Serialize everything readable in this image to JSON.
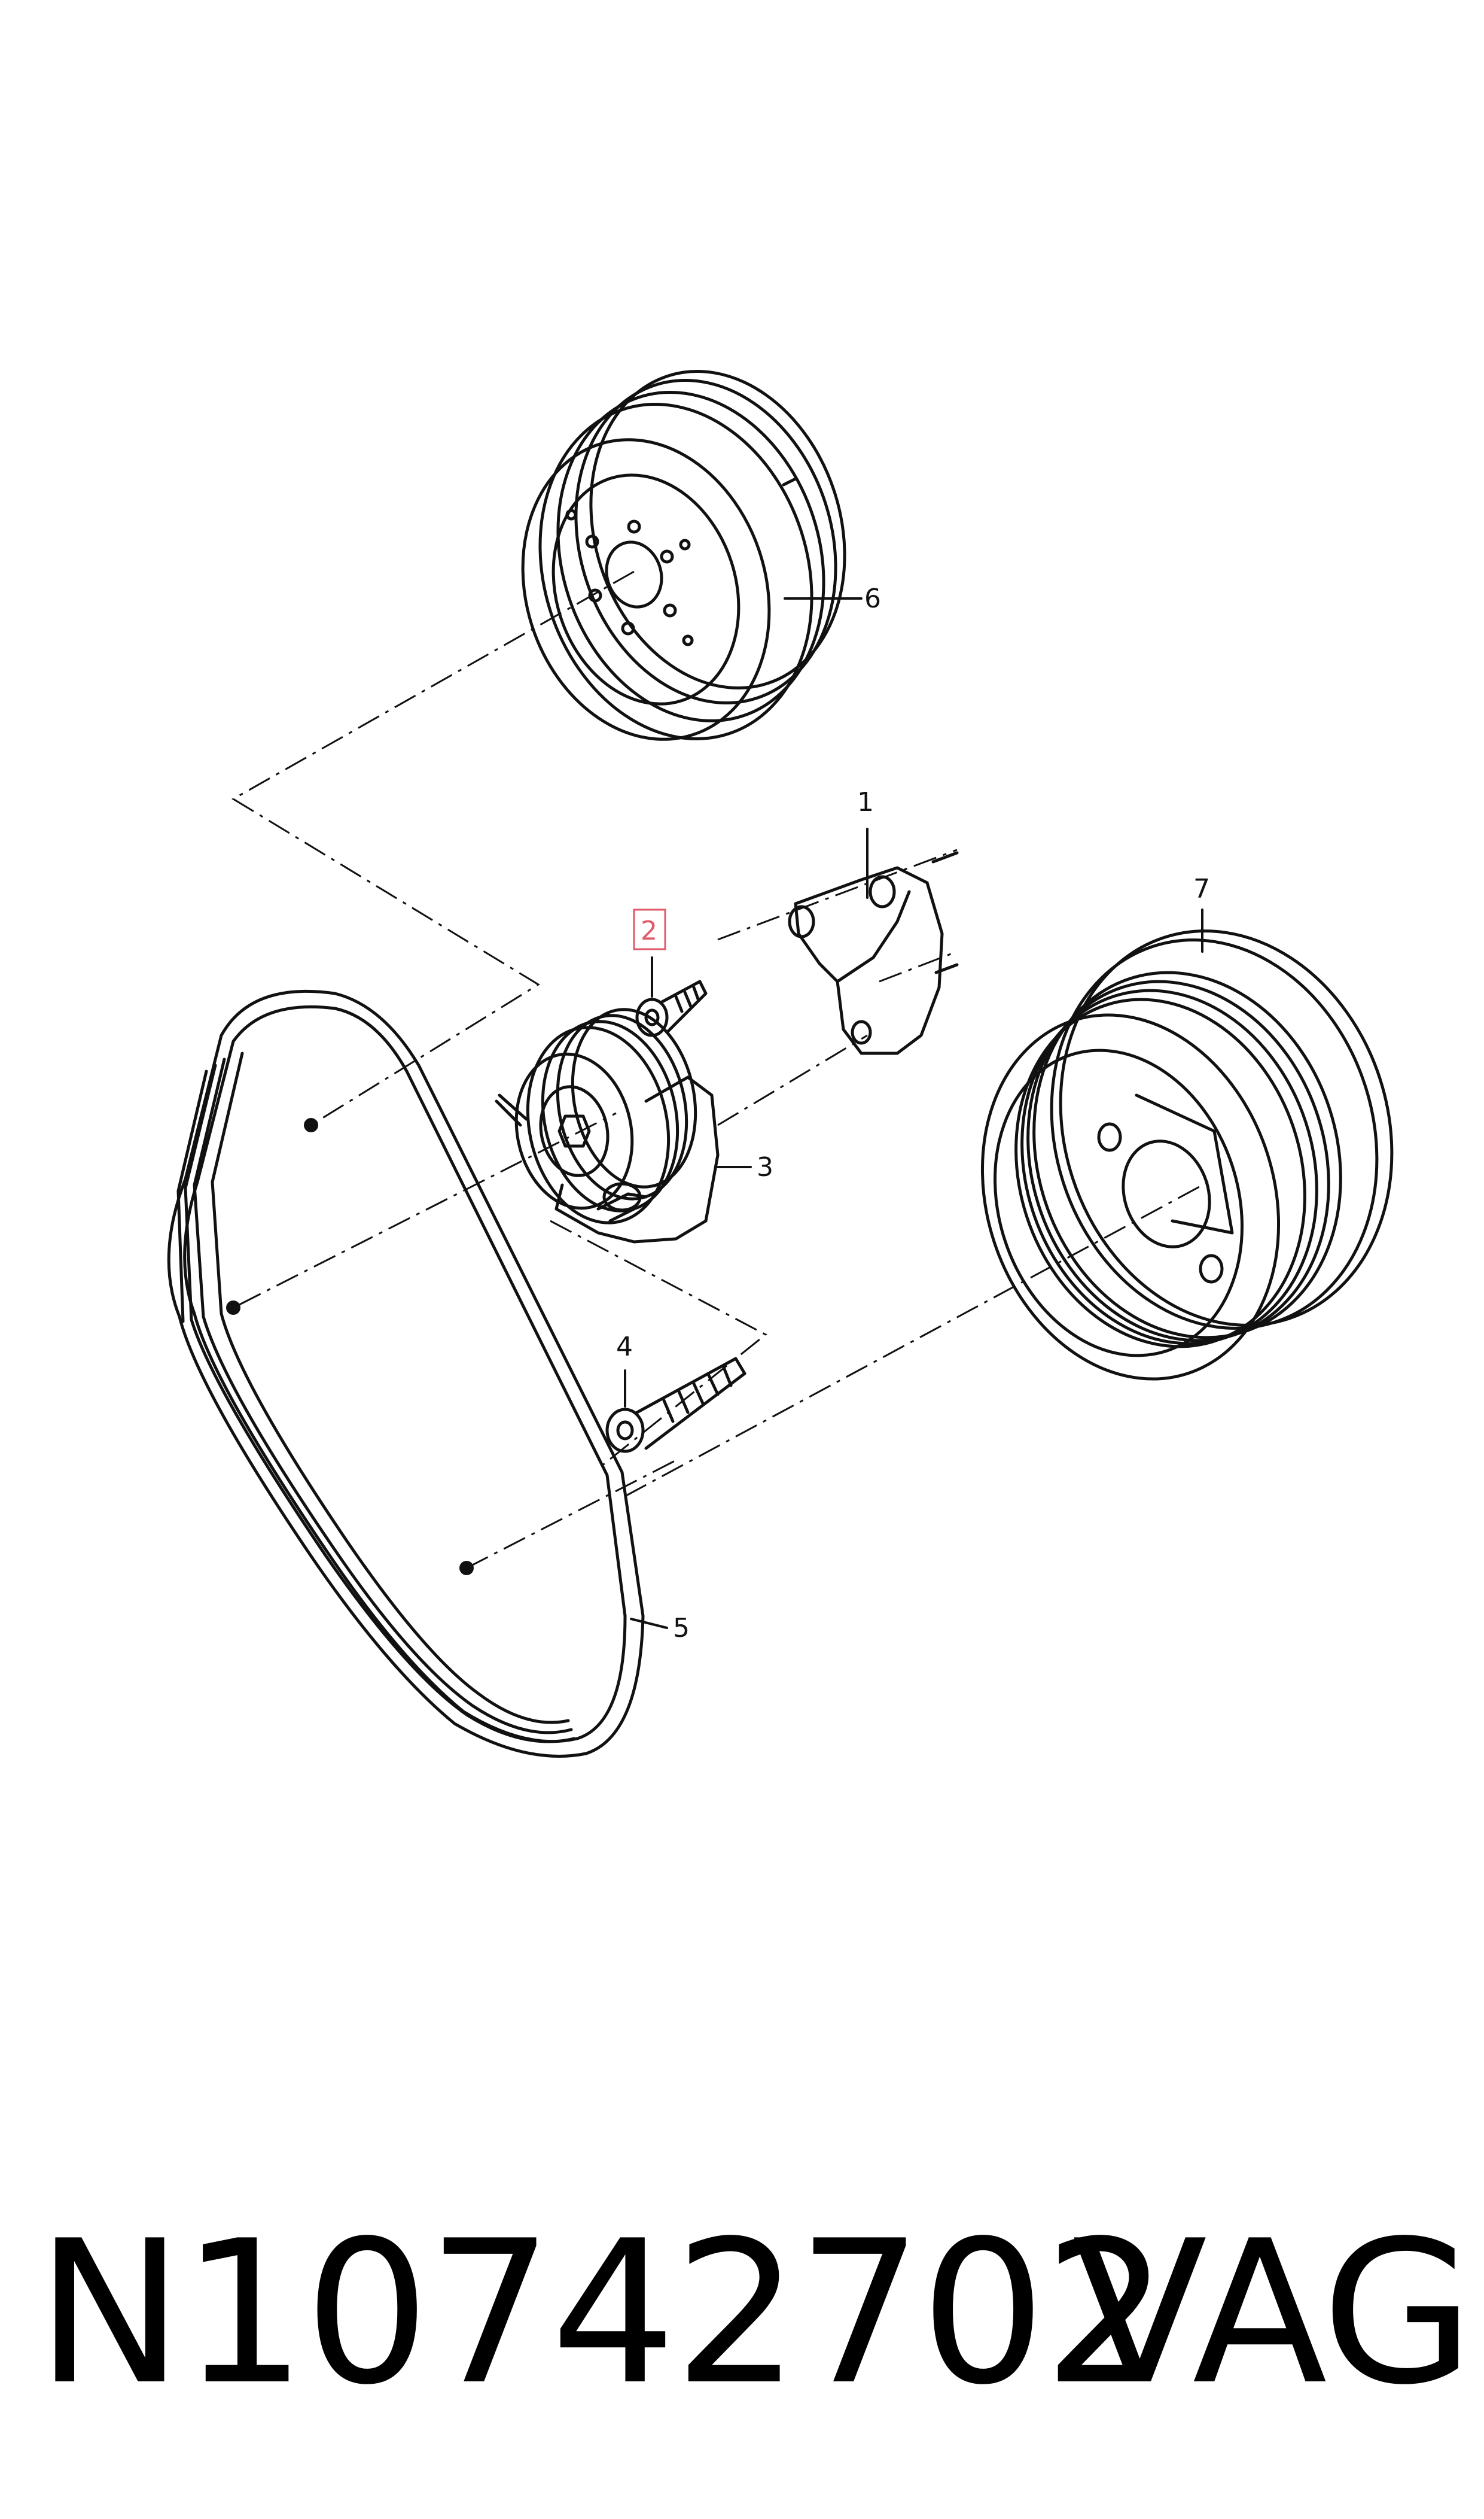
{
  "diagram": {
    "callouts": [
      {
        "id": "1",
        "label": "1"
      },
      {
        "id": "2",
        "label": "2",
        "highlighted": true
      },
      {
        "id": "3",
        "label": "3"
      },
      {
        "id": "4",
        "label": "4"
      },
      {
        "id": "5",
        "label": "5"
      },
      {
        "id": "6",
        "label": "6"
      },
      {
        "id": "7",
        "label": "7"
      }
    ],
    "highlight_color": "#e05a6a",
    "line_color": "#111111"
  },
  "footer": {
    "part_number": "N10742702",
    "brand": "VAG"
  }
}
